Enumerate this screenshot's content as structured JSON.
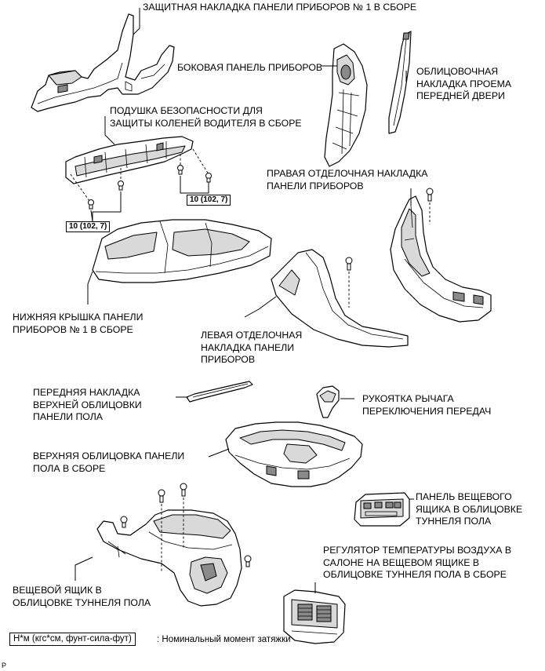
{
  "labels": {
    "dash_guard": "ЗАЩИТНАЯ НАКЛАДКА ПАНЕЛИ ПРИБОРОВ № 1 В СБОРЕ",
    "side_panel": "БОКОВАЯ ПАНЕЛЬ ПРИБОРОВ",
    "door_trim": "ОБЛИЦОВОЧНАЯ\nНАКЛАДКА ПРОЕМА\nПЕРЕДНЕЙ ДВЕРИ",
    "knee_airbag": "ПОДУШКА БЕЗОПАСНОСТИ ДЛЯ\nЗАЩИТЫ КОЛЕНЕЙ ВОДИТЕЛЯ В СБОРЕ",
    "right_trim": "ПРАВАЯ ОТДЕЛОЧНАЯ НАКЛАДКА\nПАНЕЛИ ПРИБОРОВ",
    "lower_cover": "НИЖНЯЯ КРЫШКА ПАНЕЛИ\nПРИБОРОВ № 1 В СБОРЕ",
    "left_trim": "ЛЕВАЯ ОТДЕЛОЧНАЯ\nНАКЛАДКА ПАНЕЛИ\nПРИБОРОВ",
    "front_console_trim": "ПЕРЕДНЯЯ НАКЛАДКА\nВЕРХНЕЙ ОБЛИЦОВКИ\nПАНЕЛИ ПОЛА",
    "shift_knob": "РУКОЯТКА РЫЧАГА\nПЕРЕКЛЮЧЕНИЯ ПЕРЕДАЧ",
    "upper_console": "ВЕРХНЯЯ ОБЛИЦОВКА ПАНЕЛИ\nПОЛА В СБОРЕ",
    "box_panel": "ПАНЕЛЬ ВЕЩЕВОГО\nЯЩИКА В ОБЛИЦОВКЕ\nТУННЕЛЯ ПОЛА",
    "rear_vent": "РЕГУЛЯТОР ТЕМПЕРАТУРЫ ВОЗДУХА В\nСАЛОНЕ НА ВЕЩЕВОМ ЯЩИКЕ В\nОБЛИЦОВКЕ ТУННЕЛЯ ПОЛА В СБОРЕ",
    "console_box": "ВЕЩЕВОЙ ЯЩИК В\nОБЛИЦОВКЕ ТУННЕЛЯ ПОЛА"
  },
  "torque": {
    "right": "10 (102, 7)",
    "left": "10 (102, 7)"
  },
  "legend": {
    "unit": "Н*м (кгс*см, фунт-сила-фут)",
    "meaning": ": Номинальный момент затяжки"
  },
  "figure_id": "P"
}
